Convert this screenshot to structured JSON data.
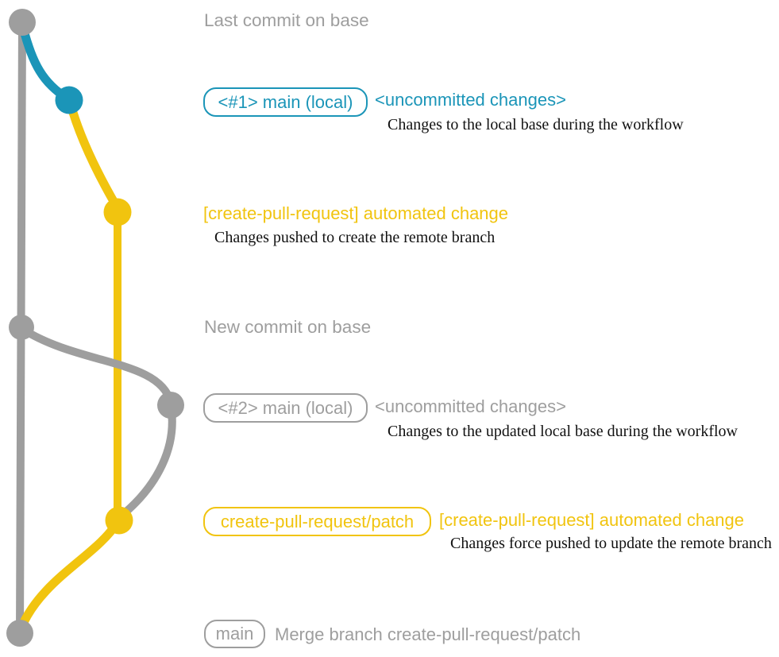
{
  "colors": {
    "gray": "#9e9e9e",
    "blue": "#1b95b8",
    "yellow": "#f1c40f",
    "ink": "#111111"
  },
  "rows": [
    {
      "note": "Last commit on base"
    },
    {
      "badge": "<#1> main (local)",
      "message": "<uncommitted changes>",
      "description": "Changes to the local base during the workflow"
    },
    {
      "message": "[create-pull-request] automated change",
      "description": "Changes pushed to create the remote branch"
    },
    {
      "note": "New commit on base"
    },
    {
      "badge": "<#2> main (local)",
      "message": "<uncommitted changes>",
      "description": "Changes to the updated local base during the workflow"
    },
    {
      "badge": "create-pull-request/patch",
      "message": "[create-pull-request] automated change",
      "description": "Changes force pushed to update the remote branch"
    },
    {
      "badge": "main",
      "message": "Merge branch create-pull-request/patch"
    }
  ],
  "graph": {
    "branches": [
      "base (gray)",
      "main local (blue/gray)",
      "create-pull-request/patch (yellow)"
    ],
    "commit_nodes": 7
  }
}
